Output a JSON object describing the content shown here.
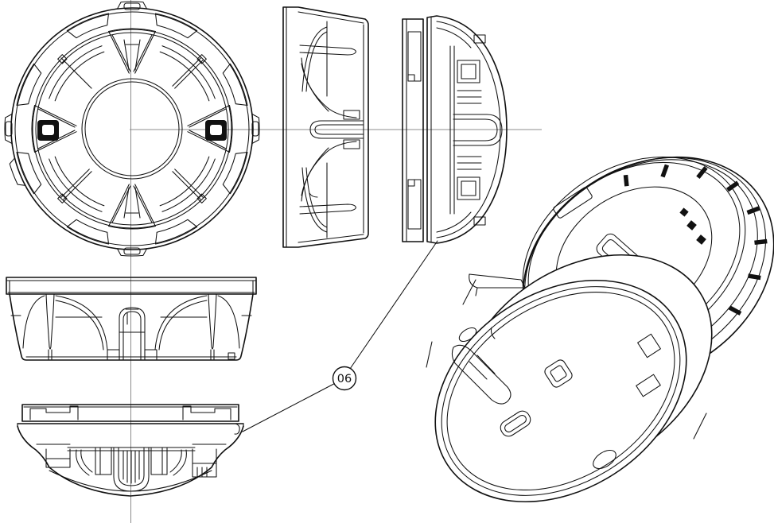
{
  "drawing": {
    "type": "technical-drawing",
    "subject": "smoke-detector-head-and-mounting-base",
    "callout": {
      "label": "06"
    },
    "colors": {
      "background": "#ffffff",
      "line": "#111111",
      "centerline": "#8c8c8c"
    }
  }
}
